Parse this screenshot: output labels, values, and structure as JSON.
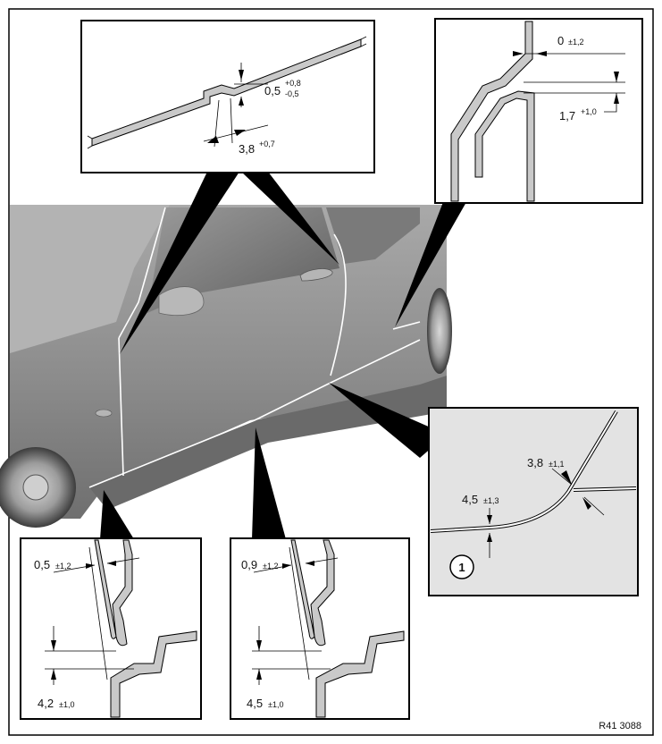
{
  "colors": {
    "pointer": "#000000",
    "car_body": "#8f8f8f",
    "detail_bg": "#e3e3e3",
    "panel_fill": "#c9c9c9",
    "line": "#000000"
  },
  "callouts": {
    "roof_gap": {
      "value": "0,5",
      "tol_upper": "+0,8",
      "tol_lower": "-0,5"
    },
    "roof_offset": {
      "value": "3,8",
      "tol": "+0,7"
    },
    "b_pillar_flush": {
      "value": "0",
      "tol": "±1,2"
    },
    "b_pillar_gap": {
      "value": "1,7",
      "tol": "+1,0"
    },
    "front_flush": {
      "value": "0,5",
      "tol": "±1,2"
    },
    "front_gap": {
      "value": "4,2",
      "tol": "±1,0"
    },
    "rear_flush": {
      "value": "0,9",
      "tol": "±1,2"
    },
    "rear_gap": {
      "value": "4,5",
      "tol": "±1,0"
    },
    "sill_gap": {
      "value": "4,5",
      "tol": "±1,3"
    },
    "corner_gap": {
      "value": "3,8",
      "tol": "±1,1"
    },
    "position_marker": "1"
  },
  "reference_code": "R41 3088"
}
